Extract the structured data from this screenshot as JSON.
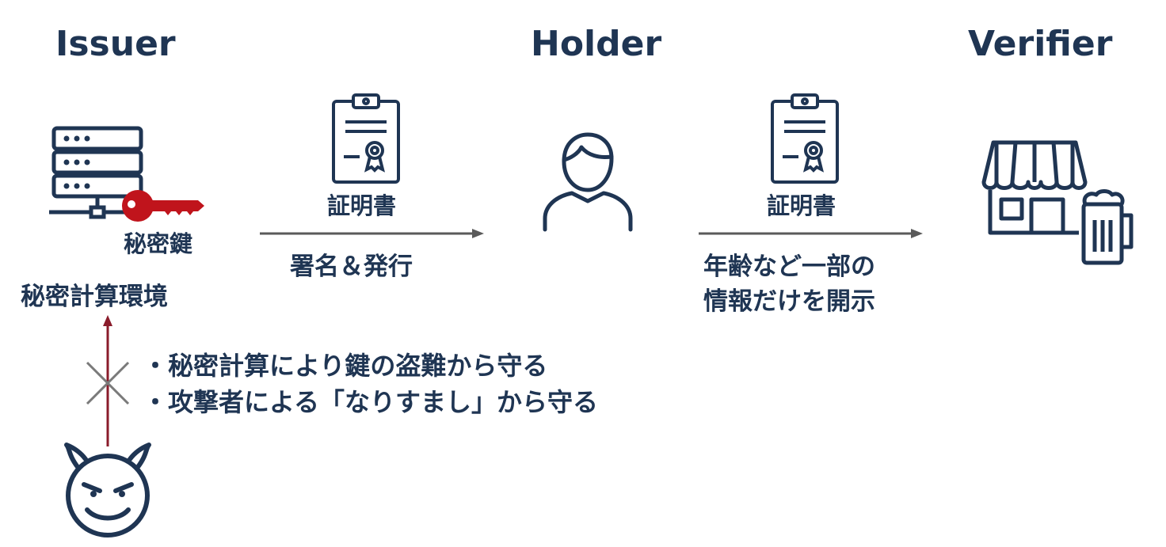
{
  "roles": {
    "issuer": "Issuer",
    "holder": "Holder",
    "verifier": "Verifier"
  },
  "issuer": {
    "key_label": "秘密鍵",
    "environment_label": "秘密計算環境"
  },
  "flow1": {
    "document_label": "証明書",
    "action_label": "署名＆発行"
  },
  "flow2": {
    "document_label": "証明書",
    "action_line1": "年齢など一部の",
    "action_line2": "情報だけを開示"
  },
  "protections": [
    "・秘密計算により鍵の盗難から守る",
    "・攻撃者による「なりすまし」から守る"
  ],
  "icons": {
    "server": "server-icon",
    "key": "key-icon",
    "certificate": "certificate-icon",
    "person": "person-icon",
    "store": "store-icon",
    "beer": "beer-mug-icon",
    "attacker": "devil-face-icon",
    "blocked": "cross-icon"
  },
  "colors": {
    "navy": "#1f3553",
    "key_red": "#c0141c",
    "arrow_gray": "#5a5a5a",
    "attack_arrow": "#8a1c2b",
    "cross_gray": "#7a7a7a"
  }
}
